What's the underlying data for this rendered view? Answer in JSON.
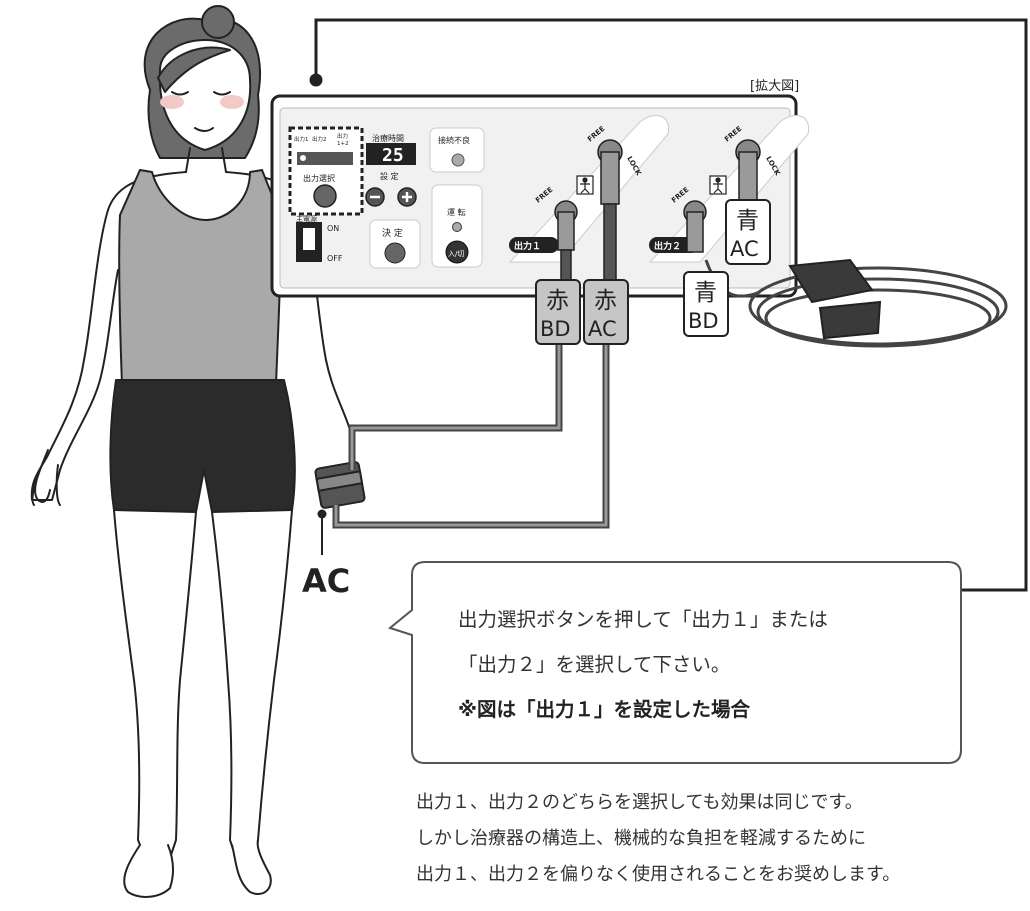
{
  "zoom_label": "[拡大図]",
  "device": {
    "out1_small": "出力1",
    "out2_small": "出力2",
    "out12_a": "出力",
    "out12_b": "1+2",
    "time_label": "治療時間",
    "time_value": "25",
    "set_label": "設 定",
    "select_label": "出力選択",
    "conn_label": "接続不良",
    "run_label": "運 転",
    "power_label": "主電源",
    "on_label": "ON",
    "off_label": "OFF",
    "decide_label": "決 定",
    "onoff_label": "入/切",
    "port1_label": "出力１",
    "port2_label": "出力２",
    "free": "FREE",
    "lock": "LOCK"
  },
  "tags": {
    "red": "赤",
    "blue": "青",
    "bd": "BD",
    "ac": "AC"
  },
  "ac_label": "AC",
  "bubble": {
    "line1": "出力選択ボタンを押して「出力１」または",
    "line2": "「出力２」を選択して下さい。",
    "line3": "※図は「出力１」を設定した場合"
  },
  "note": {
    "line1": "出力１、出力２のどちらを選択しても効果は同じです。",
    "line2": "しかし治療器の構造上、機械的な負担を軽減するために",
    "line3": "出力１、出力２を偏りなく使用されることをお奨めします。"
  }
}
